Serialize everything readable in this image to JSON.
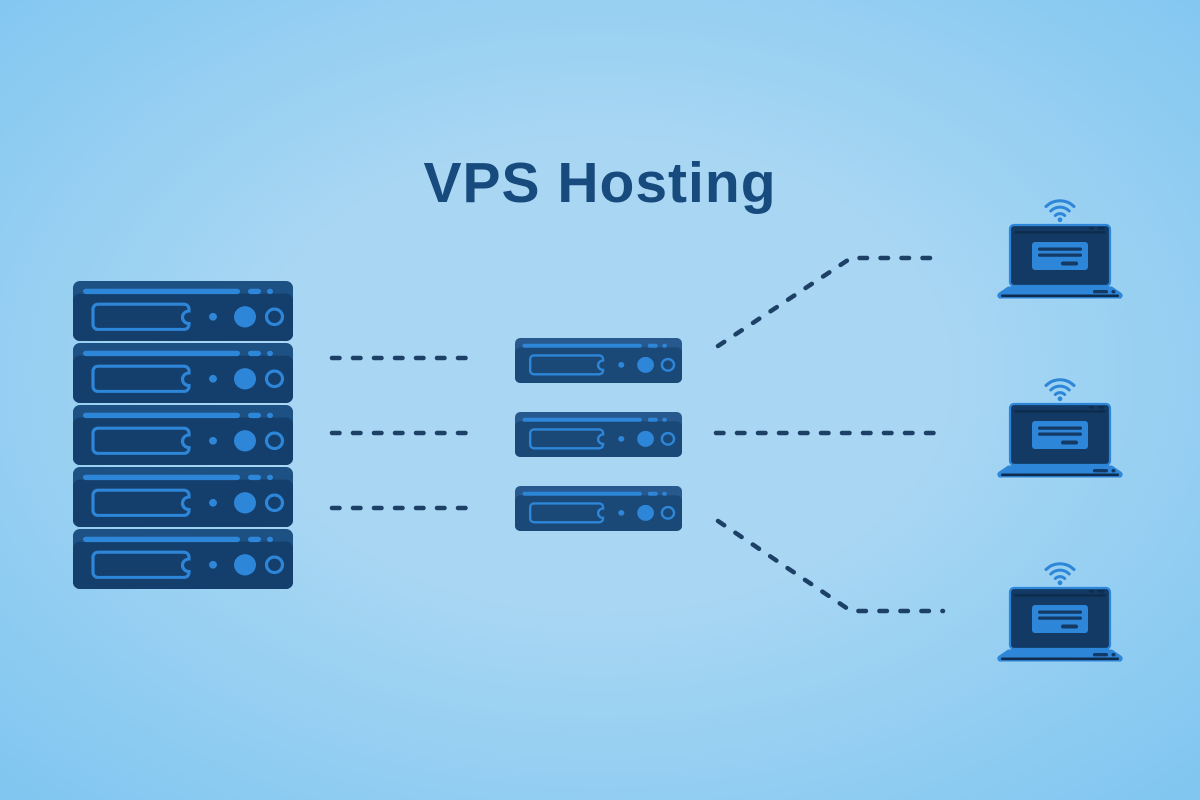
{
  "title": "VPS Hosting",
  "colors": {
    "background_center": "#a9d7f3",
    "background_edge": "#79c3f0",
    "title": "#174a7d",
    "accent": "#2e86d9",
    "server_body": "#143e6b",
    "server_body_light": "#1d5184",
    "vps_body": "#1a4877",
    "vps_body_light": "#27598e",
    "screen_dark": "#123a64",
    "bezel_dark": "#0d2c4e",
    "connector": "#1d4066"
  },
  "diagram": {
    "physical_server_rack": {
      "icon": "server-icon",
      "unit_count": 5
    },
    "vps_servers": {
      "icon": "server-icon",
      "count": 3
    },
    "client_devices": {
      "icon": "laptop-with-wifi-icon",
      "count": 3
    },
    "connections": [
      {
        "from": "server-rack",
        "to": "vps-server-1",
        "style": "dashed"
      },
      {
        "from": "server-rack",
        "to": "vps-server-2",
        "style": "dashed"
      },
      {
        "from": "server-rack",
        "to": "vps-server-3",
        "style": "dashed"
      },
      {
        "from": "vps-server-1",
        "to": "client-laptop-1",
        "style": "dashed"
      },
      {
        "from": "vps-server-2",
        "to": "client-laptop-2",
        "style": "dashed"
      },
      {
        "from": "vps-server-3",
        "to": "client-laptop-3",
        "style": "dashed"
      }
    ]
  }
}
